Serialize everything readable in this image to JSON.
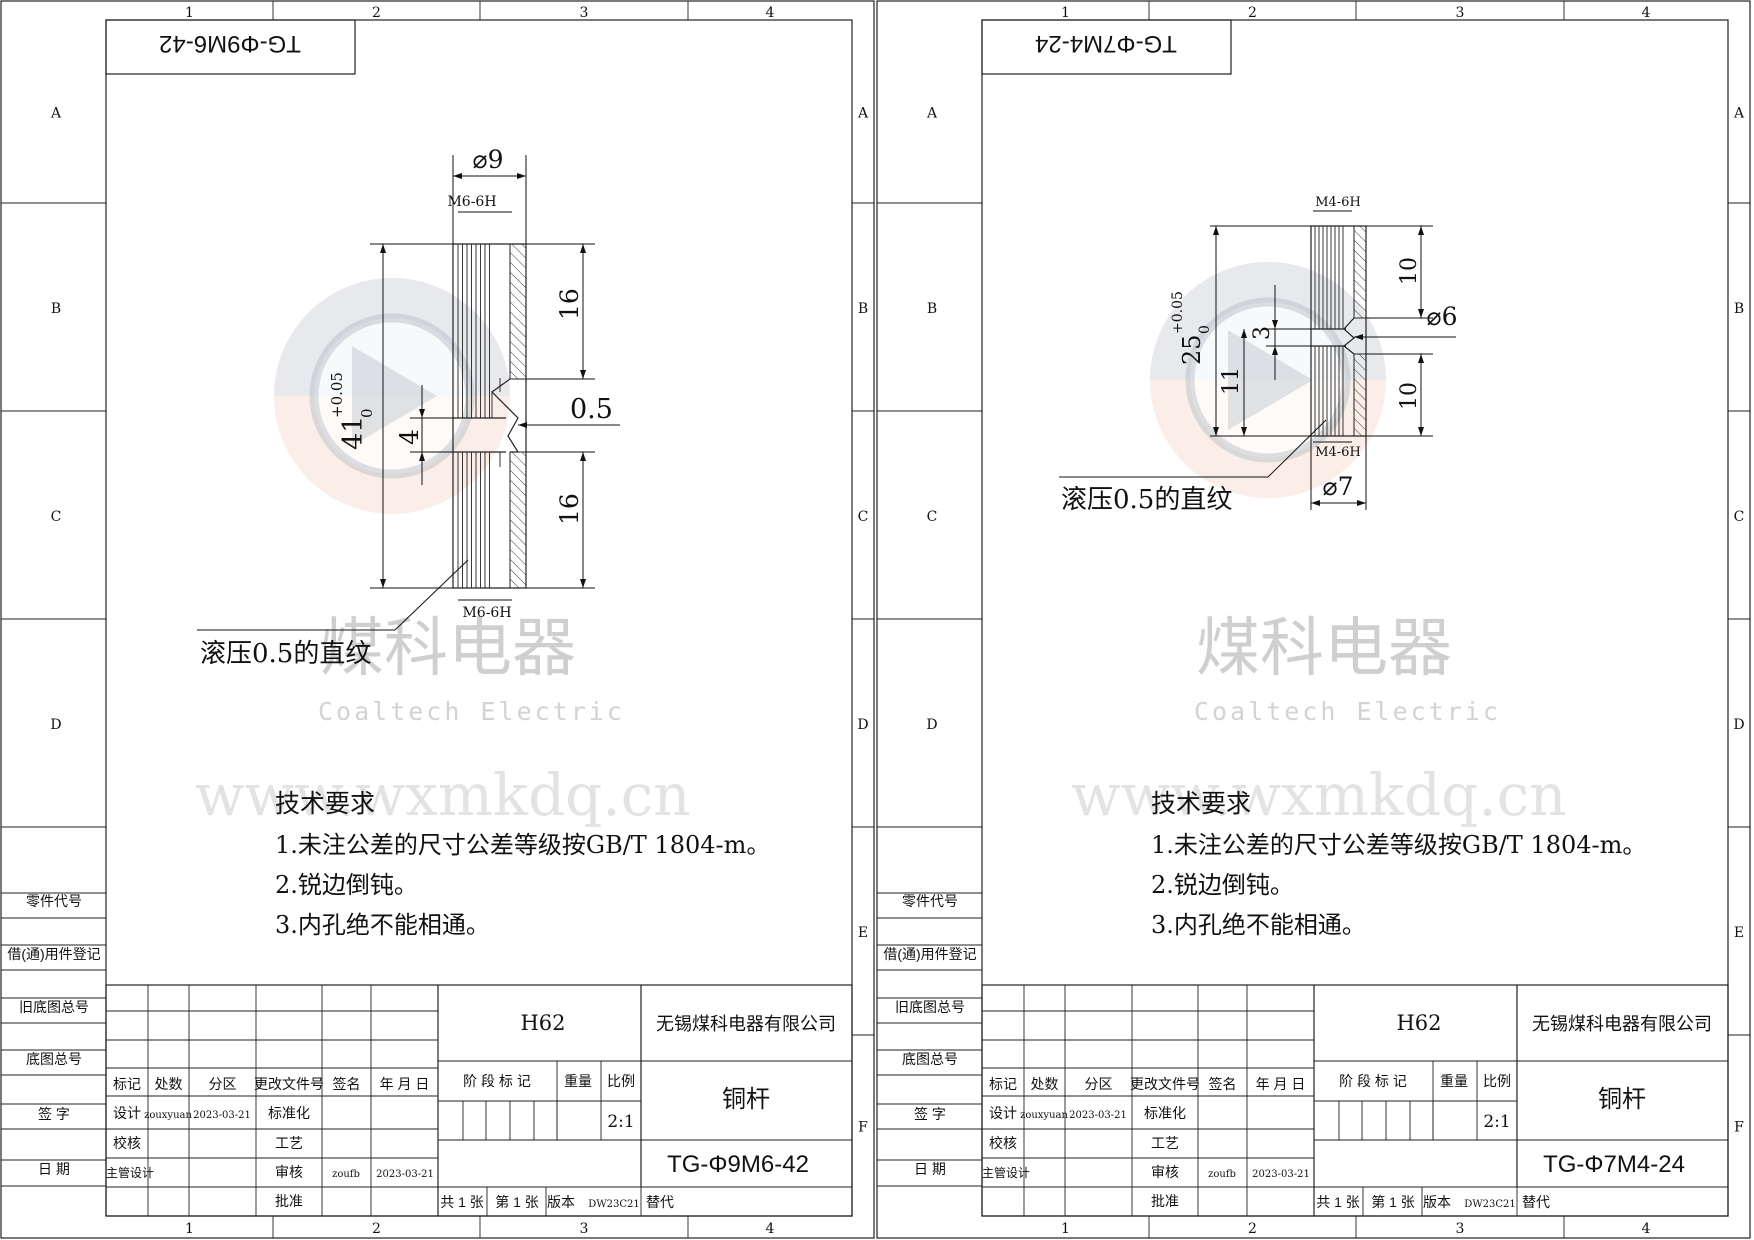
{
  "watermark": {
    "company_cn": "煤科电器",
    "company_en": "Coaltech Electric",
    "url": "www.wxmkdq.cn"
  },
  "frame": {
    "zone_columns": [
      "1",
      "2",
      "3",
      "4"
    ],
    "zone_rows_left": [
      "A",
      "B",
      "C",
      "D"
    ],
    "zone_rows_right": [
      "A",
      "B",
      "C",
      "D",
      "E",
      "F"
    ],
    "side_labels": [
      "零件代号",
      "借(通)用件登记",
      "旧底图总号",
      "底图总号",
      "签 字",
      "日 期"
    ]
  },
  "sheets": [
    {
      "part_code": "TG-Φ9M6-42",
      "dims": {
        "dia_outer": "⌀9",
        "thread_top": "M6-6H",
        "thread_bottom": "M6-6H",
        "len_top": "16",
        "len_bottom": "16",
        "gap": "4",
        "groove": "0.5",
        "total": "41",
        "tol_upper": "+0.05",
        "tol_lower": "0"
      },
      "knurl_note": "滚压0.5的直纹"
    },
    {
      "part_code": "TG-Φ7M4-24",
      "dims": {
        "thread_top": "M4-6H",
        "thread_bottom": "M4-6H",
        "len_top": "10",
        "len_bottom": "10",
        "dia_neck": "⌀6",
        "neck": "3",
        "lower": "11",
        "dia_outer": "⌀7",
        "total": "25",
        "tol_upper": "+0.05",
        "tol_lower": "0"
      },
      "knurl_note": "滚压0.5的直纹"
    }
  ],
  "tech": {
    "title": "技术要求",
    "items": [
      "1.未注公差的尺寸公差等级按GB/T 1804-m。",
      "2.锐边倒钝。",
      "3.内孔绝不能相通。"
    ]
  },
  "title_block": {
    "headers": [
      "标记",
      "处数",
      "分区",
      "更改文件号",
      "签名",
      "年 月 日"
    ],
    "design_label": "设计",
    "designer": "zouxyuan",
    "design_date": "2023-03-21",
    "standardize_label": "标准化",
    "check_label": "校核",
    "process_label": "工艺",
    "chief_label": "主管设计",
    "review_label": "审核",
    "reviewer": "zoufb",
    "review_date": "2023-03-21",
    "approve_label": "批准",
    "material": "H62",
    "stage_label": "阶 段 标 记",
    "weight_label": "重量",
    "scale_label": "比例",
    "scale": "2:1",
    "company": "无锡煤科电器有限公司",
    "part_name": "铜杆",
    "sheet_total": "共 1 张",
    "sheet_no": "第 1 张",
    "version_label": "版本",
    "version": "DW23C21",
    "replace_label": "替代"
  }
}
